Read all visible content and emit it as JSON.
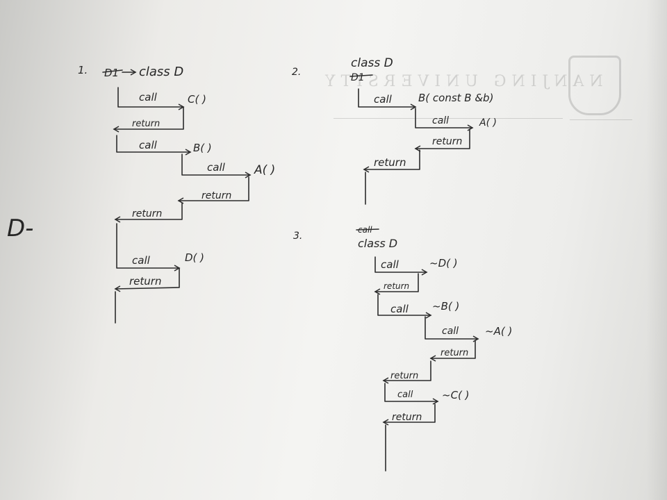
{
  "ink_color": "#2b2b2b",
  "paper_color": "#f4f4f2",
  "margin_note": "D-",
  "diagrams": [
    {
      "number": "1.",
      "struck_text": "D1",
      "header": "class D",
      "steps": [
        {
          "kind": "call",
          "label": "call",
          "target": "C( )"
        },
        {
          "kind": "return",
          "label": "return"
        },
        {
          "kind": "call",
          "label": "call",
          "target": "B( )"
        },
        {
          "kind": "call",
          "label": "call",
          "target": "A( )"
        },
        {
          "kind": "return",
          "label": "return"
        },
        {
          "kind": "return",
          "label": "return"
        },
        {
          "kind": "call",
          "label": "call",
          "target": "D( )"
        },
        {
          "kind": "return",
          "label": "return"
        }
      ]
    },
    {
      "number": "2.",
      "struck_text": "D1",
      "header": "class D",
      "steps": [
        {
          "kind": "call",
          "label": "call",
          "target": "B( const B &b)"
        },
        {
          "kind": "call",
          "label": "call",
          "target": "A( )"
        },
        {
          "kind": "return",
          "label": "return"
        },
        {
          "kind": "return",
          "label": "return"
        }
      ]
    },
    {
      "number": "3.",
      "struck_text": "call",
      "header": "class D",
      "steps": [
        {
          "kind": "call",
          "label": "call",
          "target": "~D( )"
        },
        {
          "kind": "return",
          "label": "return"
        },
        {
          "kind": "call",
          "label": "call",
          "target": "~B( )"
        },
        {
          "kind": "call",
          "label": "call",
          "target": "~A( )"
        },
        {
          "kind": "return",
          "label": "return"
        },
        {
          "kind": "return",
          "label": "return"
        },
        {
          "kind": "call",
          "label": "call",
          "target": "~C( )"
        },
        {
          "kind": "return",
          "label": "return"
        }
      ]
    }
  ]
}
